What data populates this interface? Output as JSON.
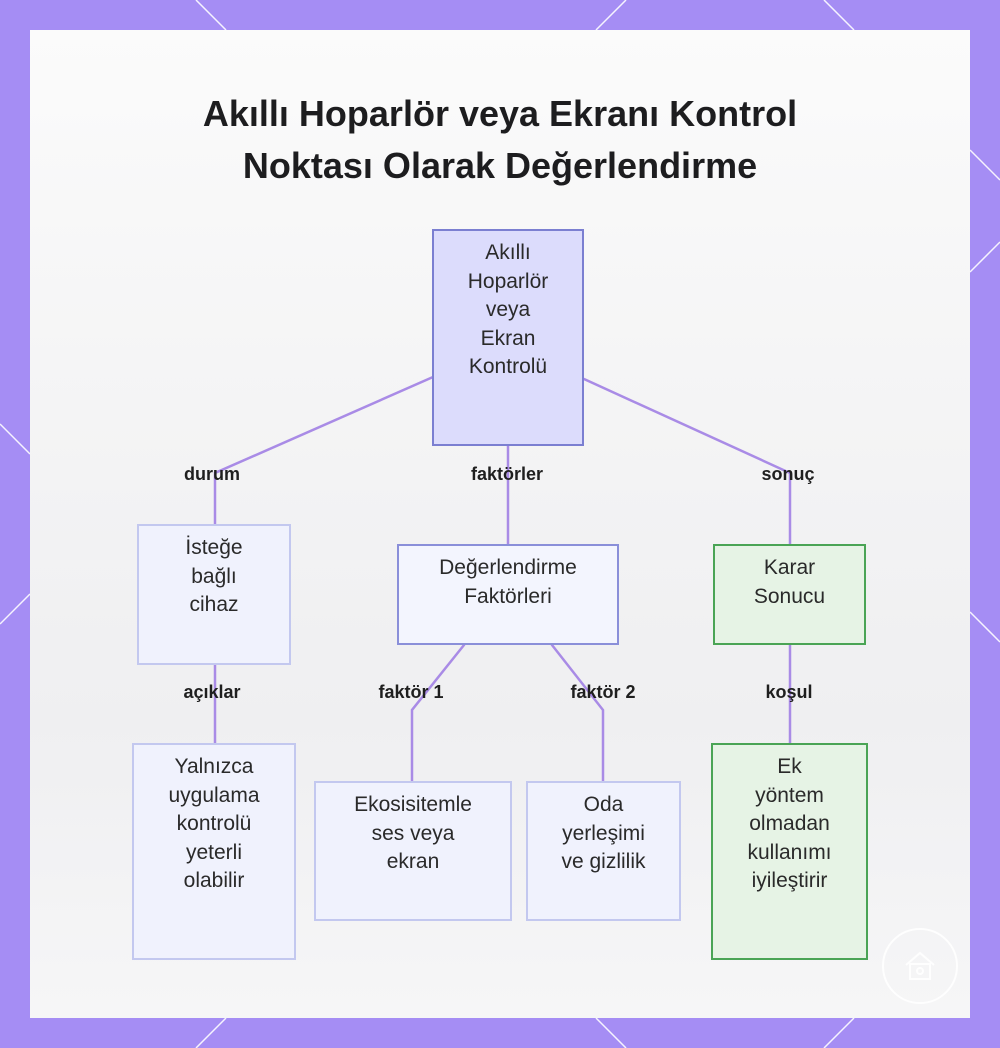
{
  "title": {
    "line1": "Akıllı Hoparlör veya Ekranı Kontrol",
    "line2": "Noktası Olarak Değerlendirme"
  },
  "nodes": {
    "root": "Akıllı\nHoparlör\nveya\nEkran\nKontrolü",
    "optional": "İsteğe\nbağlı\ncihaz",
    "factors": "Değerlendirme\nFaktörleri",
    "decision": "Karar\nSonucu",
    "app_only": "Yalnızca\nuygulama\nkontrolü\nyeterli\nolabilir",
    "ecosystem": "Ekosisitemle\nses veya\nekran",
    "room": "Oda\nyerleşimi\nve gizlilik",
    "improves": "Ek\nyöntem\nolmadan\nkullanımı\niyileştirir"
  },
  "edges": {
    "durum": "durum",
    "faktorler": "faktörler",
    "sonuc": "sonuç",
    "aciklar": "açıklar",
    "faktor1": "faktör 1",
    "faktor2": "faktör 2",
    "kosul": "koşul"
  },
  "colors": {
    "frame": "#a58df4",
    "edge": "#a98be6",
    "root_fill": "#dcdcfc",
    "decision_border": "#4aa455"
  },
  "logo_icon": "house-icon"
}
